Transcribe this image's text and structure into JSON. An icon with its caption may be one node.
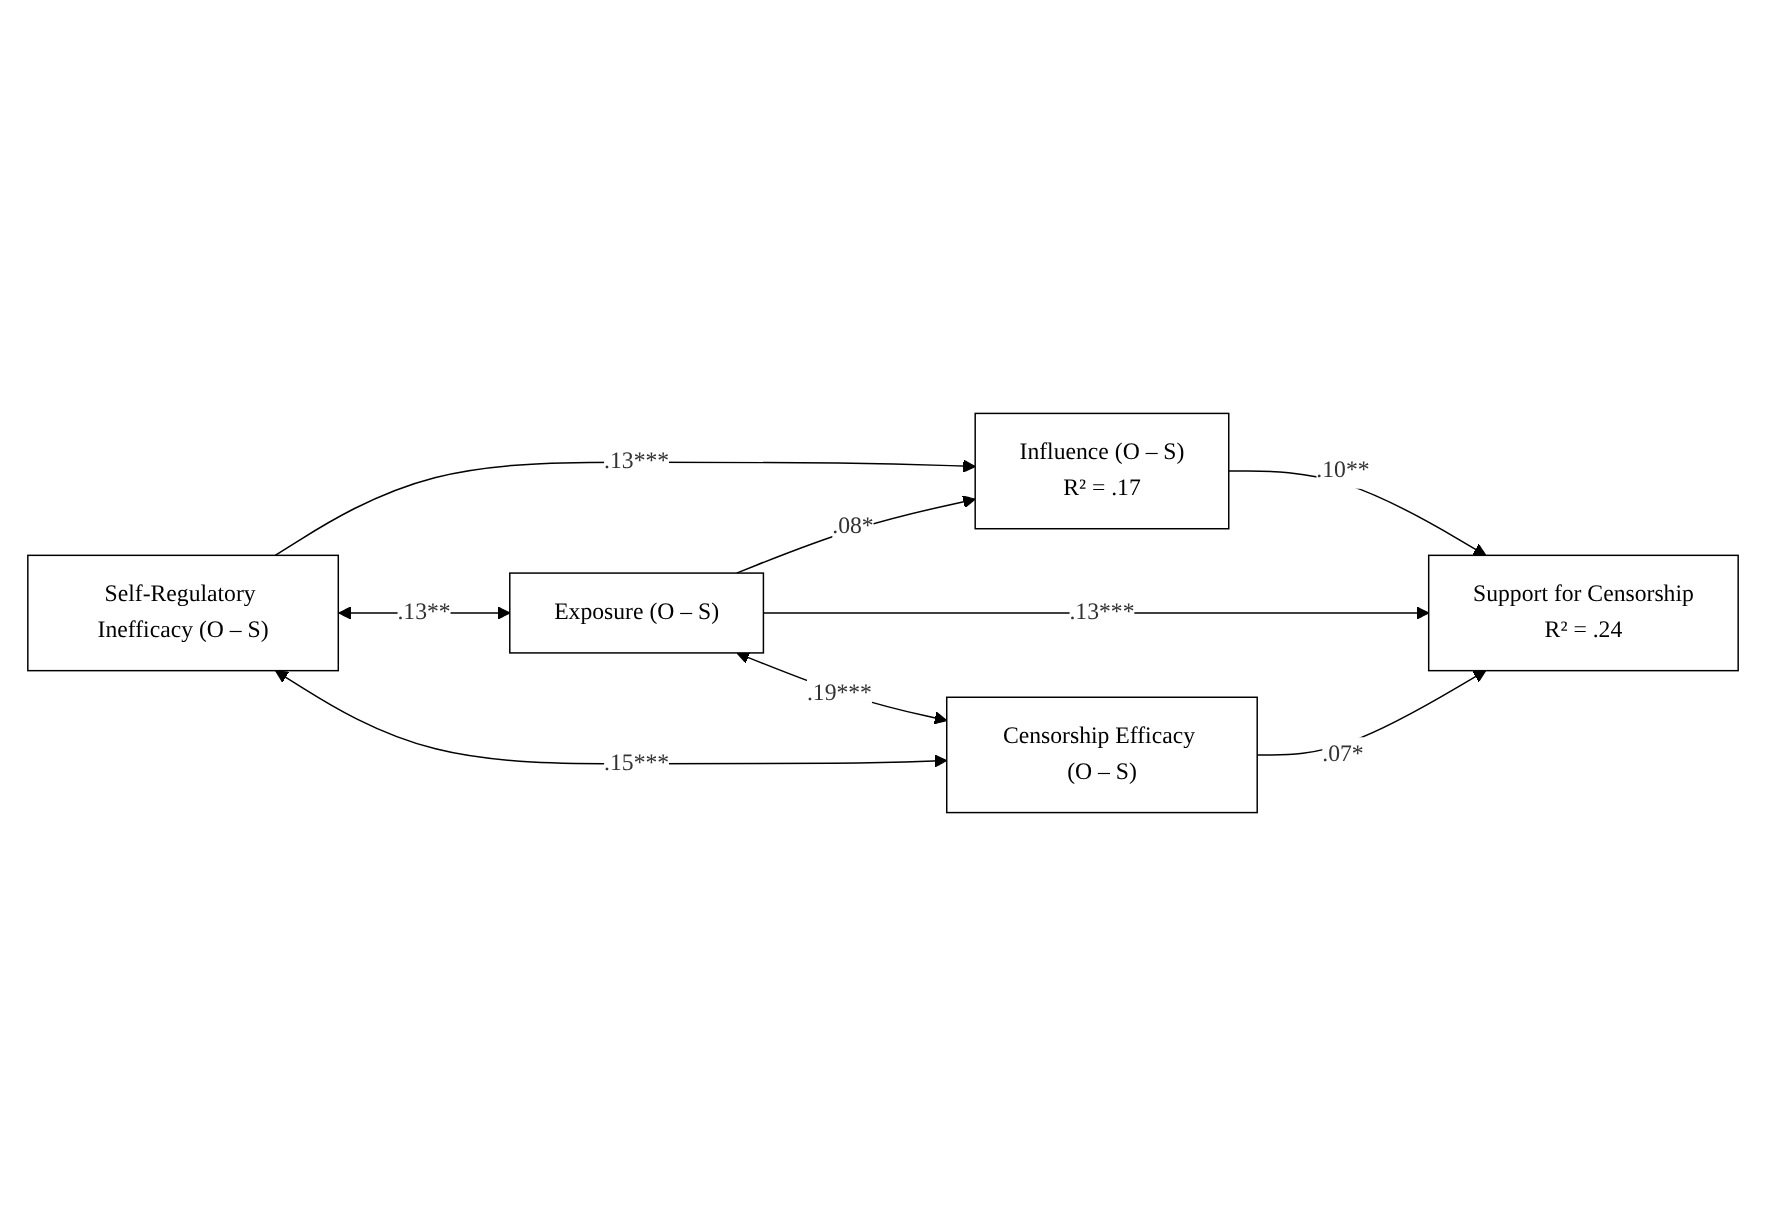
{
  "diagram": {
    "nodes": [
      {
        "text": [
          "Self-Regulatory Inefficacy (O – S)"
        ]
      },
      {
        "text": [
          "Influence (O – S)",
          "R² = .17"
        ]
      },
      {
        "text": [
          "Exposure (O – S)"
        ]
      },
      {
        "text": [
          "Support for Censorship",
          "R² = .24"
        ]
      },
      {
        "text": [
          "Censorship Efficacy (O – S)"
        ]
      }
    ],
    "edges": [
      {
        "from": 0,
        "to": 1,
        "arrow": "to",
        "label": ".13***"
      },
      {
        "from": 2,
        "to": 1,
        "arrow": "to",
        "label": ".08*"
      },
      {
        "from": 1,
        "to": 3,
        "arrow": "to",
        "label": ".10**"
      },
      {
        "from": 2,
        "to": 3,
        "arrow": "to",
        "label": ".13***"
      },
      {
        "from": 4,
        "to": 3,
        "arrow": "to",
        "label": ".07*"
      },
      {
        "from": 0,
        "to": 2,
        "arrow": "both",
        "label": ".13**"
      },
      {
        "from": 2,
        "to": 4,
        "arrow": "both",
        "label": ".19***"
      },
      {
        "from": 0,
        "to": 4,
        "arrow": "both",
        "label": ".15***"
      }
    ]
  }
}
